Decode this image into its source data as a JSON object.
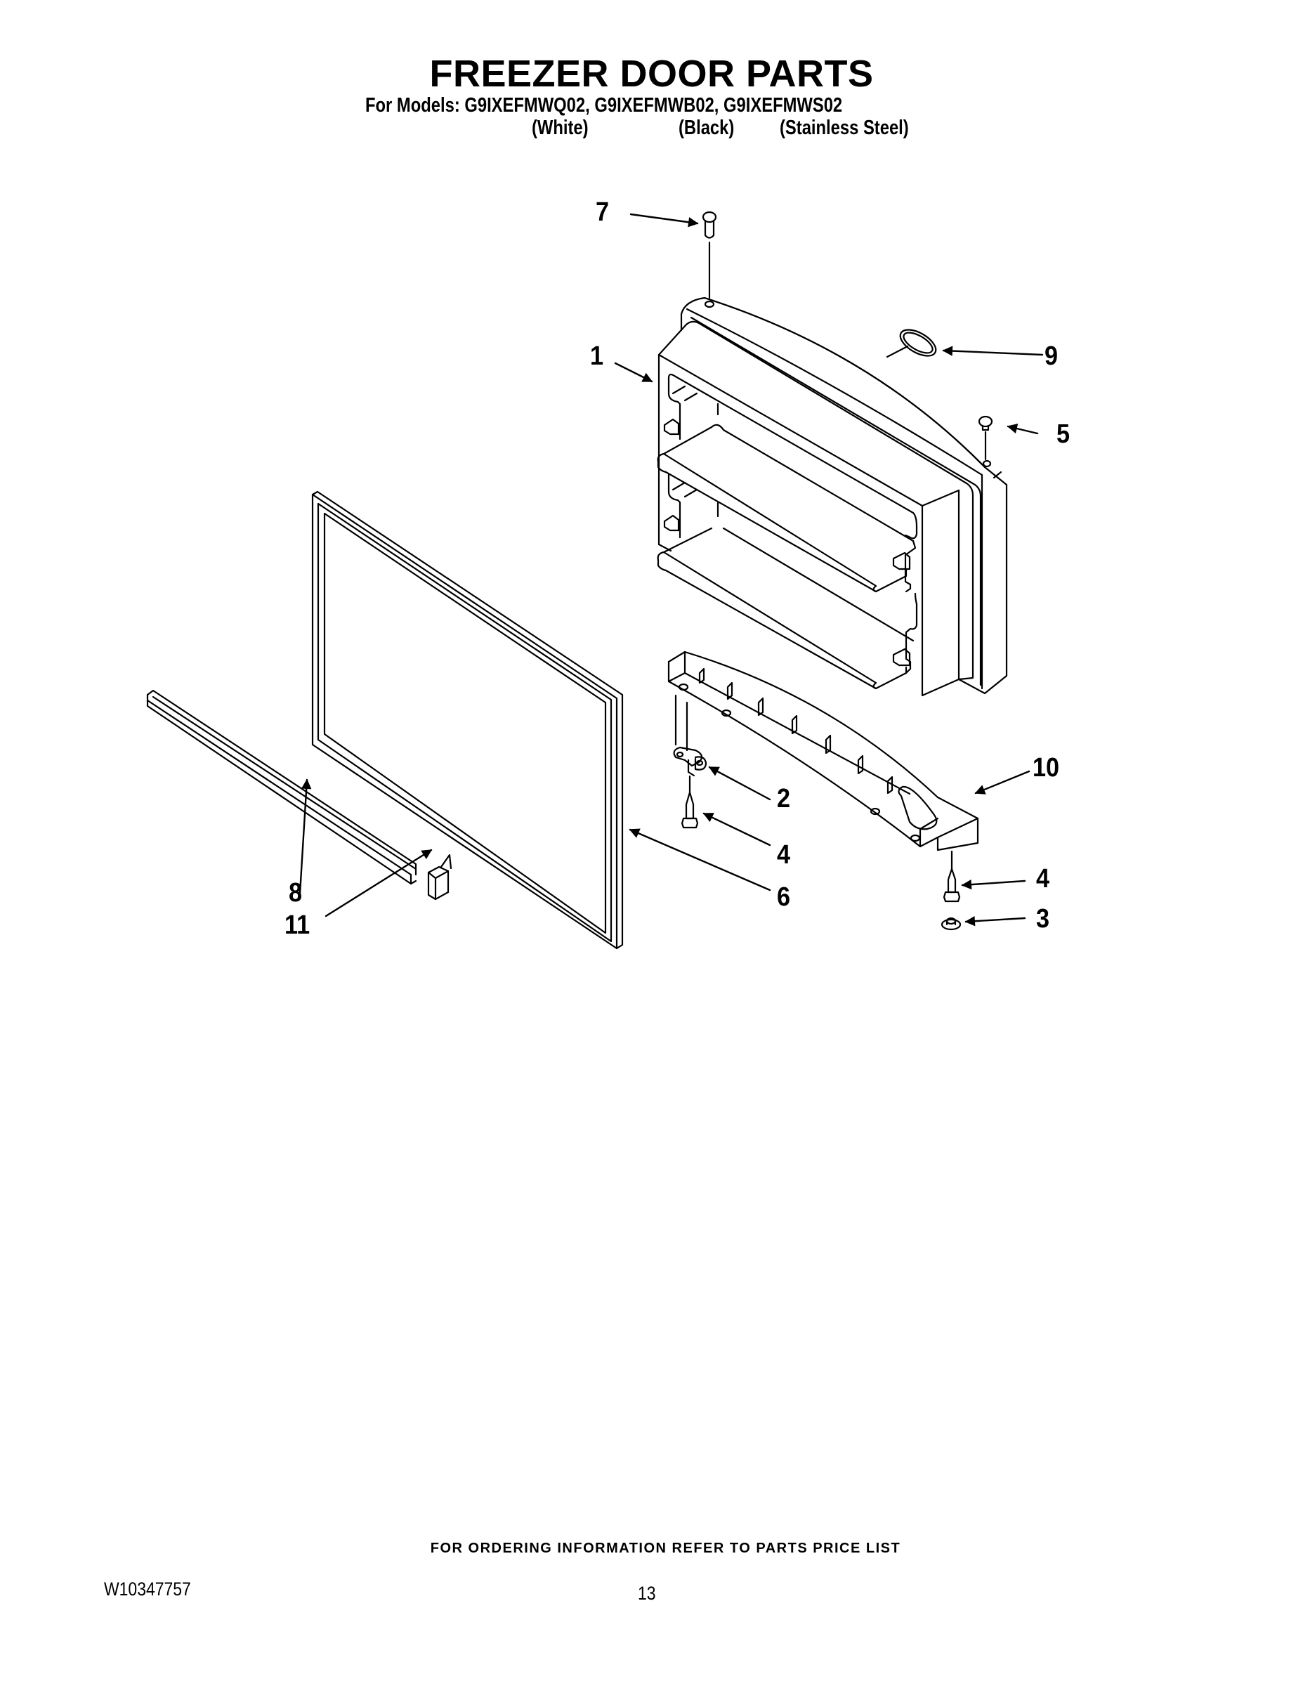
{
  "header": {
    "title": "FREEZER DOOR PARTS",
    "models_line": "For Models: G9IXEFMWQ02, G9IXEFMWB02, G9IXEFMWS02",
    "colors": [
      "(White)",
      "(Black)",
      "(Stainless Steel)"
    ]
  },
  "callouts": [
    {
      "id": "7",
      "label": "7"
    },
    {
      "id": "1",
      "label": "1"
    },
    {
      "id": "9",
      "label": "9"
    },
    {
      "id": "5",
      "label": "5"
    },
    {
      "id": "10",
      "label": "10"
    },
    {
      "id": "2",
      "label": "2"
    },
    {
      "id": "4a",
      "label": "4"
    },
    {
      "id": "6",
      "label": "6"
    },
    {
      "id": "4b",
      "label": "4"
    },
    {
      "id": "3",
      "label": "3"
    },
    {
      "id": "8",
      "label": "8"
    },
    {
      "id": "11",
      "label": "11"
    }
  ],
  "parts": [
    {
      "ref": "1",
      "name": "door-assembly"
    },
    {
      "ref": "2",
      "name": "hinge-bracket"
    },
    {
      "ref": "3",
      "name": "nut"
    },
    {
      "ref": "4",
      "name": "screw"
    },
    {
      "ref": "5",
      "name": "plug-button"
    },
    {
      "ref": "6",
      "name": "door-gasket"
    },
    {
      "ref": "7",
      "name": "hinge-pin"
    },
    {
      "ref": "8",
      "name": "trim"
    },
    {
      "ref": "9",
      "name": "washer-ring"
    },
    {
      "ref": "10",
      "name": "handle"
    },
    {
      "ref": "11",
      "name": "end-cap"
    }
  ],
  "footer": {
    "ordering_note": "FOR ORDERING INFORMATION REFER TO PARTS PRICE LIST",
    "document_id": "W10347757",
    "page_number": "13"
  }
}
